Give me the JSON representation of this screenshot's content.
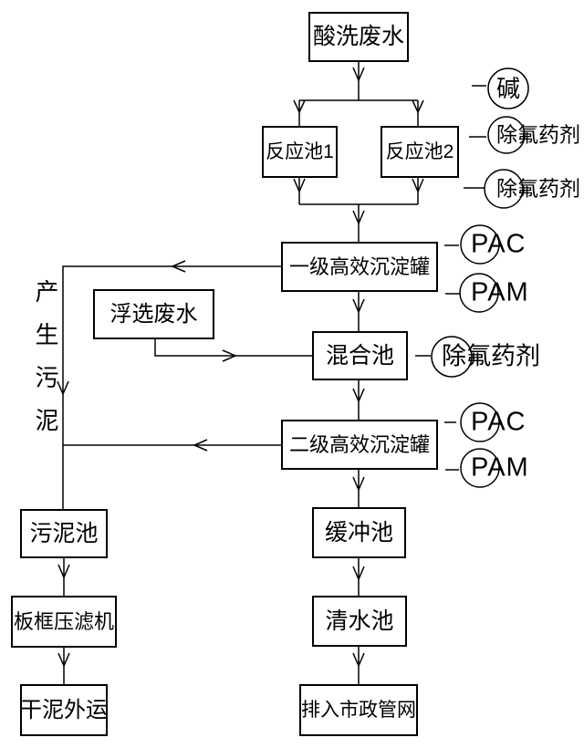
{
  "diagram": {
    "kind": "process-flow-diagram",
    "background_color": "#ffffff",
    "line_color": "#000000",
    "nodes": {
      "acid_wash": {
        "label": "酸洗废水"
      },
      "reaction1": {
        "label": "反应池1"
      },
      "reaction2": {
        "label": "反应池2"
      },
      "sed1": {
        "label": "一级高效沉淀罐"
      },
      "flotation": {
        "label": "浮选废水"
      },
      "mixing": {
        "label": "混合池"
      },
      "sed2": {
        "label": "二级高效沉淀罐"
      },
      "buffer": {
        "label": "缓冲池"
      },
      "sludge_tank": {
        "label": "污泥池"
      },
      "filter_press": {
        "label": "板框压滤机"
      },
      "clear_water": {
        "label": "清水池"
      },
      "dry_sludge": {
        "label": "干泥外运"
      },
      "outfall": {
        "label": "排入市政管网"
      }
    },
    "reagents": {
      "alkali": {
        "label": "碱"
      },
      "fluoride1": {
        "label": "除氟药剂"
      },
      "fluoride2": {
        "label": "除氟药剂"
      },
      "pac1": {
        "label": "PAC"
      },
      "pam1": {
        "label": "PAM"
      },
      "fluoride3": {
        "label": "除氟药剂"
      },
      "pac2": {
        "label": "PAC"
      },
      "pam2": {
        "label": "PAM"
      }
    },
    "annotations": {
      "sludge_note": {
        "label": "产生污泥"
      }
    },
    "edges": [
      {
        "from": "acid_wash",
        "to": "reaction1"
      },
      {
        "from": "acid_wash",
        "to": "reaction2"
      },
      {
        "from": "reaction1",
        "to": "sed1"
      },
      {
        "from": "reaction2",
        "to": "sed1"
      },
      {
        "from": "sed1",
        "to": "mixing"
      },
      {
        "from": "sed1",
        "to": "sludge_line"
      },
      {
        "from": "flotation",
        "to": "mixing"
      },
      {
        "from": "mixing",
        "to": "sed2"
      },
      {
        "from": "sed2",
        "to": "buffer"
      },
      {
        "from": "sed2",
        "to": "sludge_line"
      },
      {
        "from": "sludge_line",
        "to": "sludge_tank"
      },
      {
        "from": "sludge_tank",
        "to": "filter_press"
      },
      {
        "from": "filter_press",
        "to": "dry_sludge"
      },
      {
        "from": "buffer",
        "to": "clear_water"
      },
      {
        "from": "clear_water",
        "to": "outfall"
      }
    ]
  }
}
